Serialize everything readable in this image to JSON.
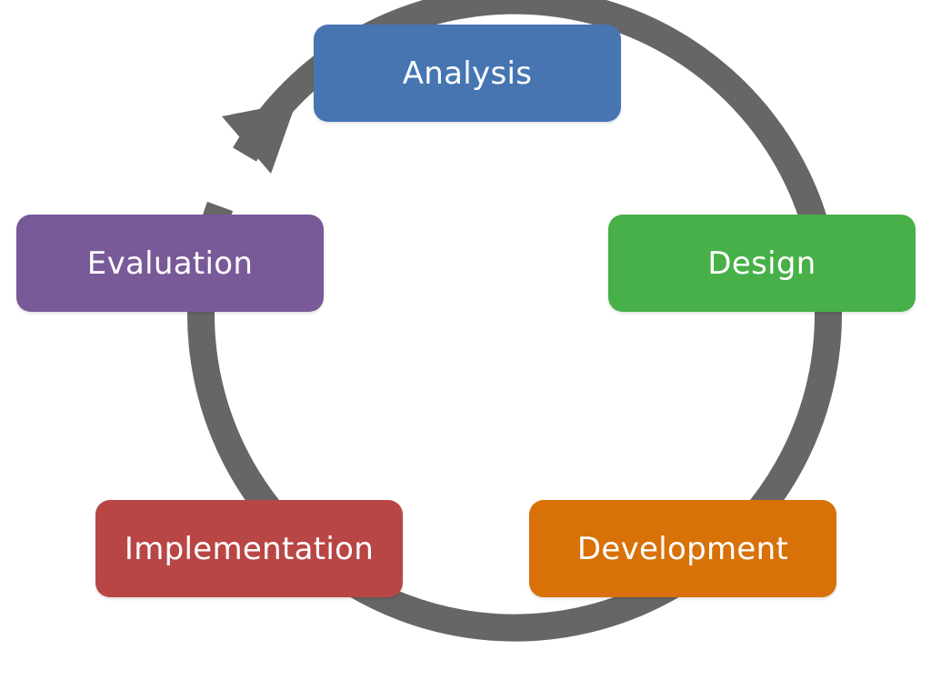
{
  "diagram": {
    "stages": [
      {
        "id": "analysis",
        "label": "Analysis",
        "color": "#4675b2"
      },
      {
        "id": "design",
        "label": "Design",
        "color": "#48b048"
      },
      {
        "id": "development",
        "label": "Development",
        "color": "#d87108"
      },
      {
        "id": "implementation",
        "label": "Implementation",
        "color": "#b84645"
      },
      {
        "id": "evaluation",
        "label": "Evaluation",
        "color": "#785a98"
      }
    ],
    "arrow_color": "#666666"
  }
}
